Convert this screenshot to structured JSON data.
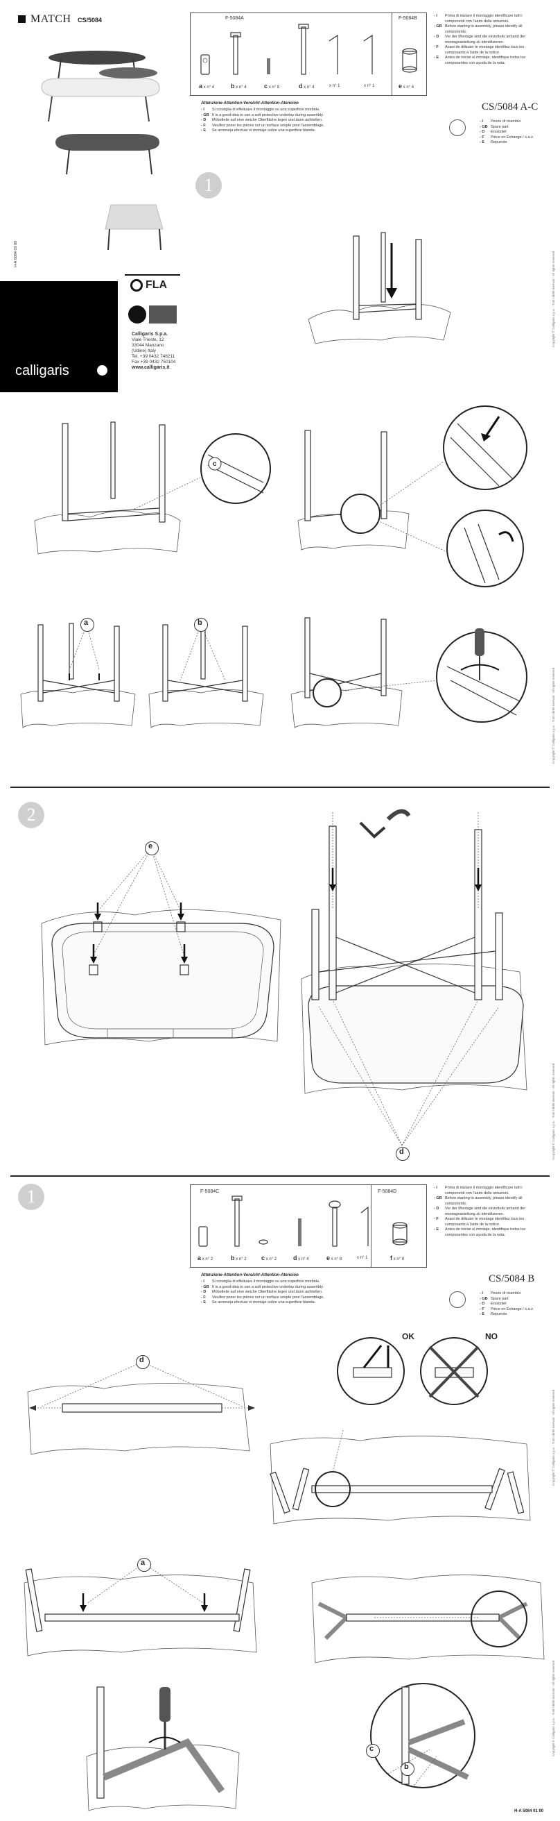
{
  "header": {
    "brand_title": "MATCH",
    "model_code": "CS/5084",
    "vertical_code": "H-A 5084 03 00"
  },
  "brand": {
    "logo_text": "calligaris",
    "fla_text": "FLA",
    "company_name": "Calligaris S.p.a.",
    "address_lines": [
      "Viale Trieste, 12",
      "33044 Manzano",
      "(Udine) Italy",
      "Tel. +39 0432 748211",
      "Fax +39 0432 750104"
    ],
    "website": "www.calligaris.it"
  },
  "parts_a": {
    "codes": [
      "F-5084A",
      "F-5084B"
    ],
    "items": [
      {
        "letter": "a",
        "qty": "x n° 4"
      },
      {
        "letter": "b",
        "qty": "x n° 4"
      },
      {
        "letter": "c",
        "qty": "x n° 8"
      },
      {
        "letter": "d",
        "qty": "x n° 4"
      },
      {
        "letter": "",
        "qty": "x n° 1"
      },
      {
        "letter": "",
        "qty": "x n° 1"
      },
      {
        "letter": "e",
        "qty": "x n° 4"
      }
    ]
  },
  "parts_b": {
    "codes": [
      "F-5084C",
      "F-5084D"
    ],
    "items": [
      {
        "letter": "a",
        "qty": "x n° 2"
      },
      {
        "letter": "b",
        "qty": "x n° 2"
      },
      {
        "letter": "c",
        "qty": "x n° 2"
      },
      {
        "letter": "d",
        "qty": "x n° 4"
      },
      {
        "letter": "e",
        "qty": "x n° 8"
      },
      {
        "letter": "",
        "qty": "x n° 1"
      },
      {
        "letter": "f",
        "qty": "x n° 8"
      }
    ]
  },
  "intro_notes": [
    {
      "lang": "- I",
      "text": "Prima di iniziare il montaggio identificare tutti i componenti con l'aiuto delle istruzioni."
    },
    {
      "lang": "- GB",
      "text": "Before starting to assembly, please identify all components."
    },
    {
      "lang": "- D",
      "text": "Vor der Montage sind die einzelteils anhand der montageanleitung zu identifizieren."
    },
    {
      "lang": "- F",
      "text": "Avant de débuter le montage identifiez tous les composants à l'aide de la notice."
    },
    {
      "lang": "- E",
      "text": "Antes de iniciar el montaje, identifique todos los componentes con ayuda de la nota."
    }
  ],
  "attention": {
    "title": "Attenzione-Attention-Vorsicht-Attention-Atención",
    "notes": [
      {
        "lang": "- I",
        "text": "Si consiglia di effettuare il montaggio su una superficie morbida."
      },
      {
        "lang": "- GB",
        "text": "It is a good idea to use a soft protective underlay during assembly."
      },
      {
        "lang": "- D",
        "text": "Möbelteile auf eine weiche Oberfläche legen und dann aufstellen."
      },
      {
        "lang": "- F",
        "text": "Veuillez poser les pièces sur un surface souple pour l'assemblage."
      },
      {
        "lang": "- E",
        "text": "Se aconseja efectuar el montaje sobre una superficie blanda."
      }
    ]
  },
  "spare_part": [
    {
      "lang": "- I",
      "text": "Pezzo di ricambio"
    },
    {
      "lang": "- GB",
      "text": "Spare part"
    },
    {
      "lang": "- D",
      "text": "Ersatzteil"
    },
    {
      "lang": "- F",
      "text": "Pièce en Échange / s.a.v."
    },
    {
      "lang": "- E",
      "text": "Repuesto"
    }
  ],
  "models": {
    "first": "CS/5084 A-C",
    "second": "CS/5084 B"
  },
  "steps": {
    "one": "1",
    "two": "2",
    "three": "1"
  },
  "callouts": {
    "c": "c",
    "a": "a",
    "b": "b",
    "e": "e",
    "d": "d",
    "ok": "OK",
    "no": "NO"
  },
  "copyright": "Copyright © Calligaris s.p.a. - Tutti i diritti riservati - All rights reserved",
  "footer_code": "H-A 5084 01 00"
}
